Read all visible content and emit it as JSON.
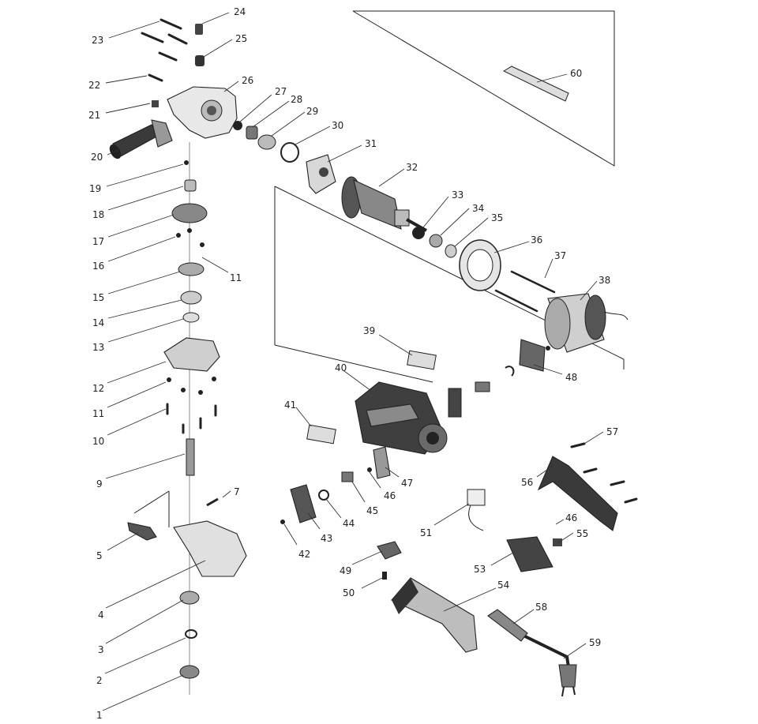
{
  "diagram": {
    "callouts": [
      "1",
      "2",
      "3",
      "4",
      "5",
      "7",
      "9",
      "10",
      "11",
      "11",
      "12",
      "13",
      "14",
      "15",
      "16",
      "17",
      "18",
      "19",
      "20",
      "21",
      "22",
      "23",
      "24",
      "25",
      "26",
      "27",
      "28",
      "29",
      "30",
      "31",
      "32",
      "33",
      "34",
      "35",
      "36",
      "37",
      "38",
      "39",
      "40",
      "41",
      "42",
      "43",
      "44",
      "45",
      "46",
      "46",
      "47",
      "48",
      "49",
      "50",
      "51",
      "53",
      "54",
      "55",
      "56",
      "57",
      "58",
      "59",
      "60"
    ]
  }
}
